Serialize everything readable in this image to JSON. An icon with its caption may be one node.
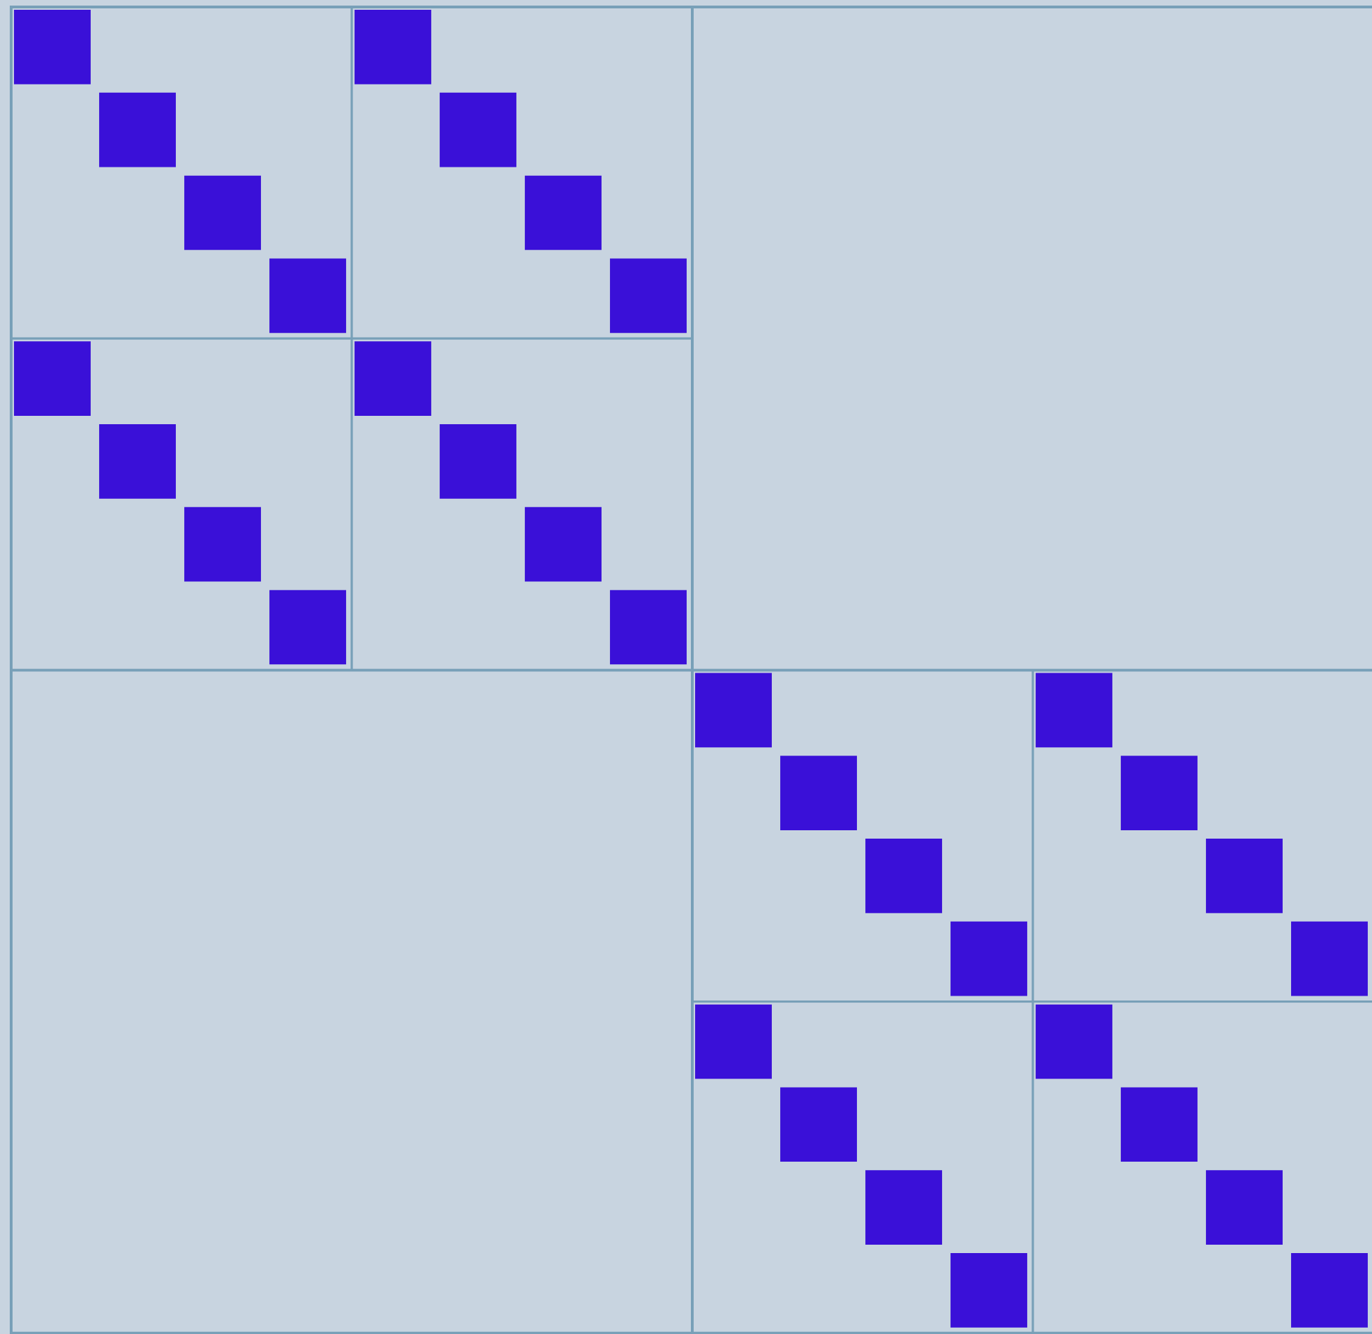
{
  "diagram": {
    "nodes": [
      {
        "text": [],
        "shape": "box"
      },
      {
        "text": [],
        "shape": "box"
      },
      {
        "text": [],
        "shape": "box"
      },
      {
        "text": [],
        "shape": "box"
      },
      {
        "text": [],
        "shape": "box"
      },
      {
        "text": [],
        "shape": "box"
      },
      {
        "text": [],
        "shape": "box"
      },
      {
        "text": [],
        "shape": "box"
      },
      {
        "text": [],
        "shape": "box"
      },
      {
        "text": [],
        "shape": "box"
      },
      {
        "text": [],
        "shape": "box"
      },
      {
        "text": [],
        "shape": "box"
      },
      {
        "text": [],
        "shape": "box"
      },
      {
        "text": [],
        "shape": "box"
      },
      {
        "text": [],
        "shape": "box"
      },
      {
        "text": [],
        "shape": "box"
      },
      {
        "text": [],
        "shape": "box"
      },
      {
        "text": [],
        "shape": "box"
      },
      {
        "text": [],
        "shape": "box"
      },
      {
        "text": [],
        "shape": "box"
      },
      {
        "text": [],
        "shape": "box"
      },
      {
        "text": [],
        "shape": "box"
      },
      {
        "text": [],
        "shape": "box"
      },
      {
        "text": [],
        "shape": "box"
      },
      {
        "text": [],
        "shape": "box"
      },
      {
        "text": [],
        "shape": "box"
      },
      {
        "text": [],
        "shape": "box"
      },
      {
        "text": [],
        "shape": "box"
      },
      {
        "text": [],
        "shape": "box"
      },
      {
        "text": [],
        "shape": "box"
      },
      {
        "text": [],
        "shape": "box"
      },
      {
        "text": [],
        "shape": "box"
      }
    ]
  }
}
